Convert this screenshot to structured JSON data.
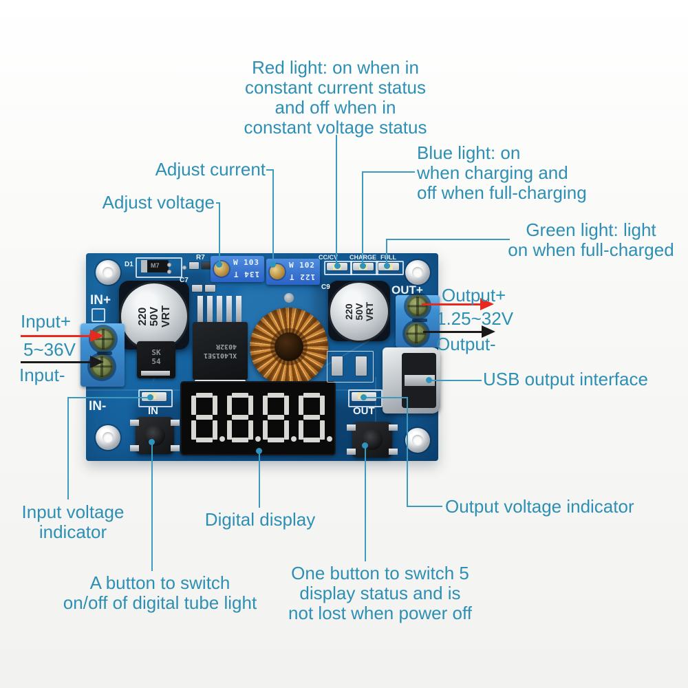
{
  "colors": {
    "annotation_teal": "#2e8fb4",
    "leader_line": "#3b9abd",
    "arrow_red": "#e62a1f",
    "arrow_black": "#1a1a1a",
    "pcb_blue": "#15619e",
    "terminal_blue": "#3d8fd2",
    "trimmer_blue": "#2b62c6",
    "inductor_copper": "#cd8636",
    "display_segment": "#d7d7d4"
  },
  "annotations": {
    "red_light": "Red light: on when in\nconstant current status\nand off when in\nconstant voltage status",
    "blue_light": "Blue light: on\nwhen charging and\noff when full-charging",
    "green_light": "Green light: light\non when full-charged",
    "adjust_current": "Adjust current",
    "adjust_voltage": "Adjust voltage",
    "usb": "USB output interface",
    "output_indicator": "Output voltage indicator",
    "input_indicator": "Input voltage\nindicator",
    "digital_display": "Digital display",
    "left_button": "A button to switch\non/off of digital tube light",
    "right_button": "One button to switch 5\ndisplay status and is\nnot lost when power off"
  },
  "io": {
    "input_plus": "Input+",
    "input_range": "5~36V",
    "input_minus": "Input-",
    "output_plus": "Output+",
    "output_range": "1.25~32V",
    "output_minus": "Output-"
  },
  "board": {
    "display_value": "8.8.8.8",
    "silkscreen": {
      "in_plus": "IN+",
      "in_minus": "IN-",
      "out_plus": "OUT+",
      "in_led": "IN",
      "out_led": "OUT",
      "led_cccv": "CC/CV",
      "led_charge": "CHARGE",
      "led_full": "FULL",
      "d1": "D1",
      "m7": "M7",
      "r7": "R7",
      "c7": "C7",
      "c9": "C9",
      "cap_value": "220\n50V\nVRT",
      "pot_v_1": "W 103",
      "pot_v_2": "134 T",
      "pot_c_1": "W 102",
      "pot_c_2": "122 T",
      "ic_text": "XL4015E1\n4032R",
      "diode_sk": "SK\n54"
    }
  }
}
